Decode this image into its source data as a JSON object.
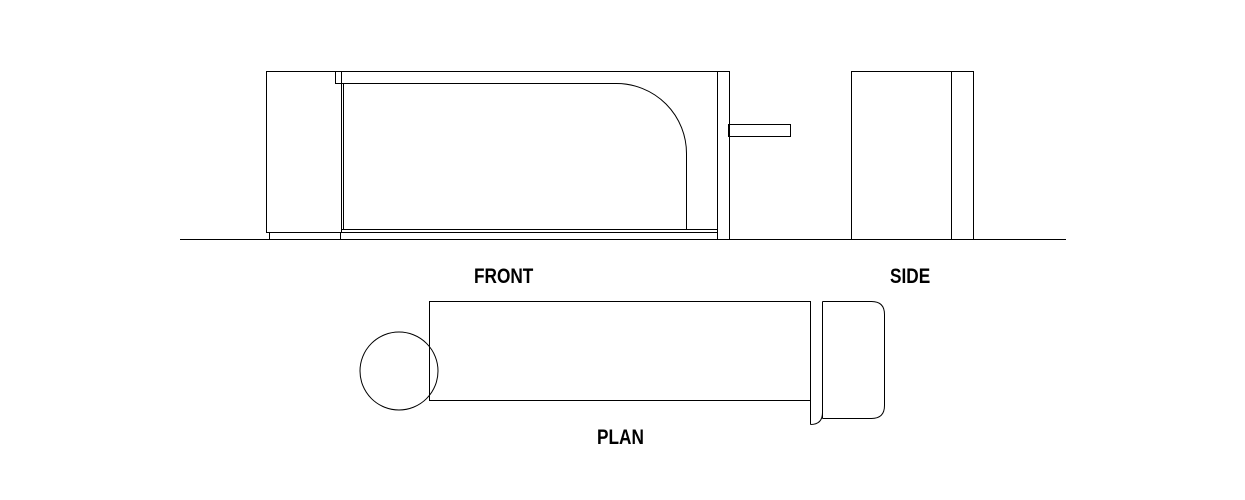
{
  "labels": {
    "front": "FRONT",
    "side": "SIDE",
    "plan": "PLAN"
  },
  "colors": {
    "line": "#000000",
    "background": "#ffffff"
  }
}
